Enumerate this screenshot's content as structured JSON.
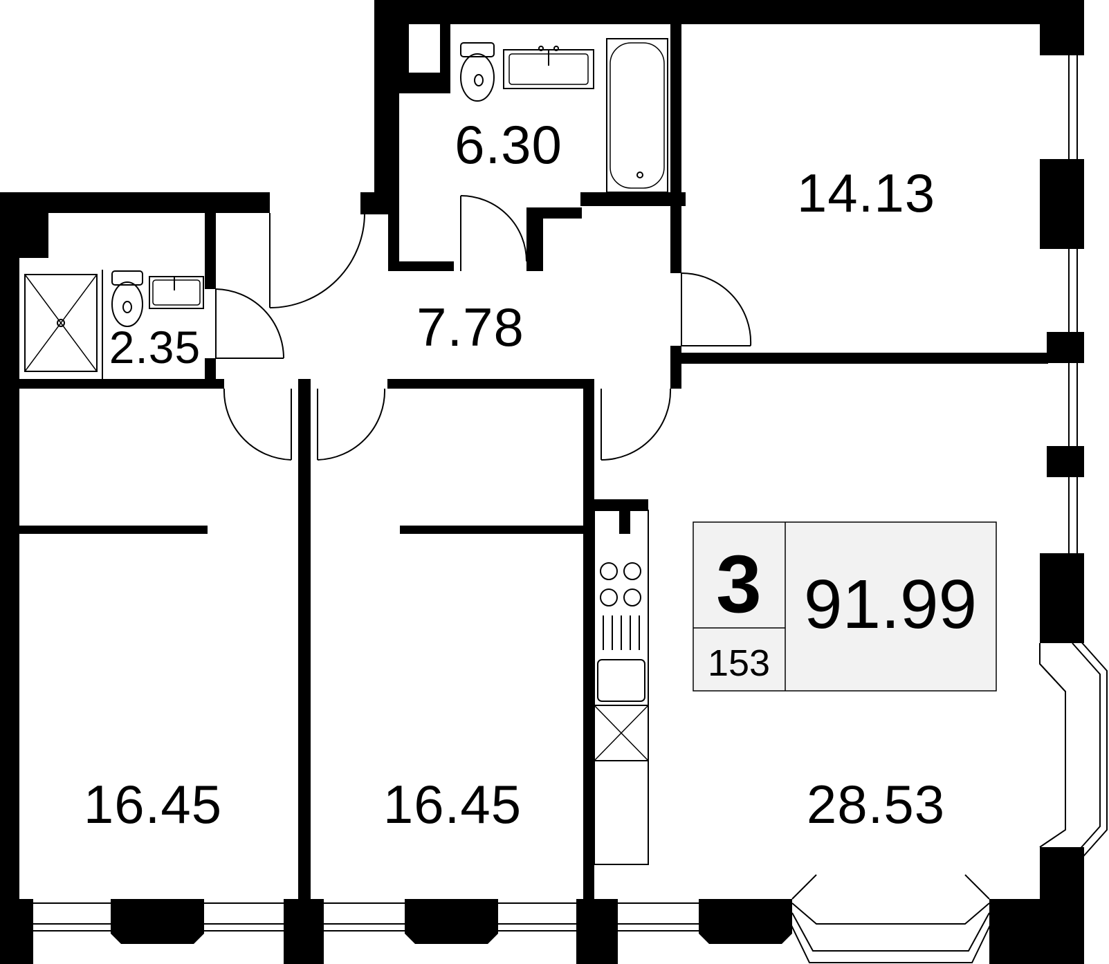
{
  "plan": {
    "rooms_count": "3",
    "apartment_number": "153",
    "total_area": "91.99",
    "rooms": [
      {
        "id": "bathroom-main",
        "area": "6.30"
      },
      {
        "id": "bedroom-top-right",
        "area": "14.13"
      },
      {
        "id": "hallway",
        "area": "7.78"
      },
      {
        "id": "bathroom-small",
        "area": "2.35"
      },
      {
        "id": "bedroom-left",
        "area": "16.45"
      },
      {
        "id": "bedroom-middle",
        "area": "16.45"
      },
      {
        "id": "living-kitchen",
        "area": "28.53"
      }
    ],
    "colors": {
      "wall": "#000000",
      "background": "#ffffff",
      "info_panel": "#f2f2f2"
    }
  }
}
